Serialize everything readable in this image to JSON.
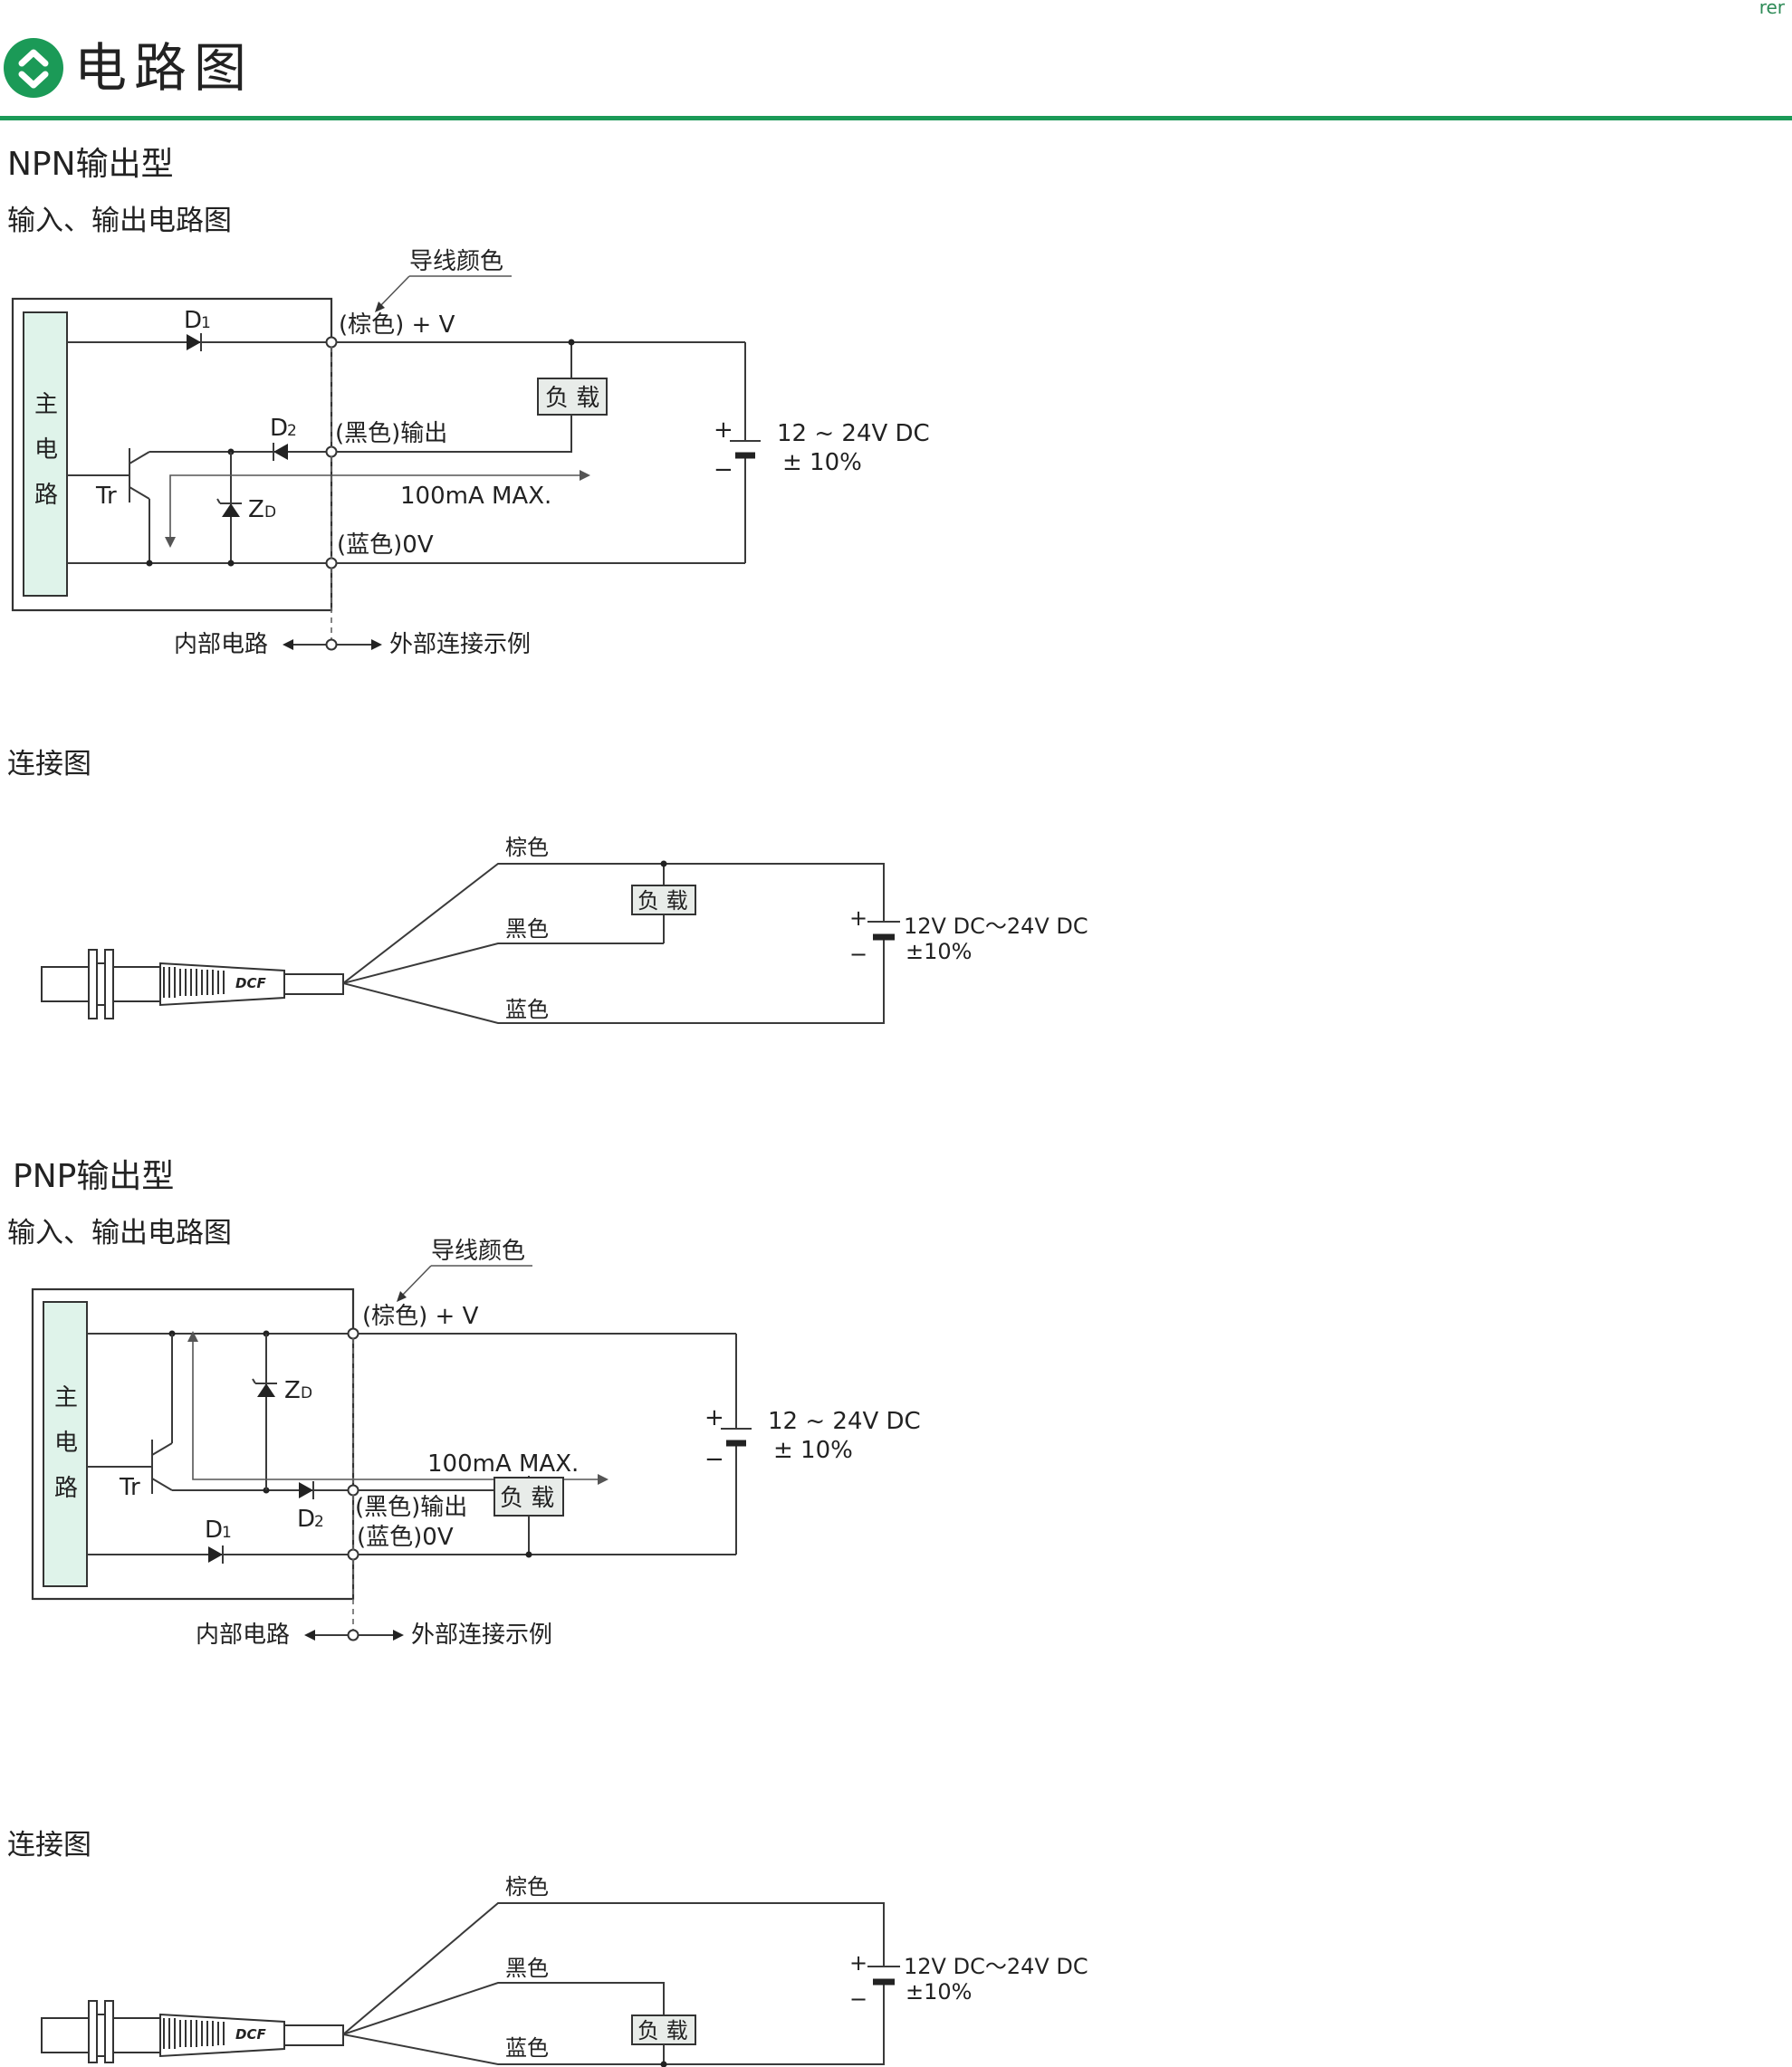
{
  "corner_text": "rer",
  "page_title": "电路图",
  "colors": {
    "accent": "#1b9a57",
    "main_circuit_fill": "#dff3ea"
  },
  "npn": {
    "heading": "NPN输出型",
    "io_title": "输入、输出电路图",
    "conn_title": "连接图",
    "circuit": {
      "wire_color_label": "导线颜色",
      "main_circuit_chars": [
        "主",
        "电",
        "路"
      ],
      "d1": "D",
      "d1_sub": "1",
      "d2": "D",
      "d2_sub": "2",
      "tr": "Tr",
      "zd": "Z",
      "zd_sub": "D",
      "brown_label": "(棕色) + V",
      "black_label": "(黑色)输出",
      "blue_label": "(蓝色)0V",
      "load": "负 载",
      "current": "100mA  MAX.",
      "supply": "12 ~ 24V DC",
      "tolerance": "± 10%",
      "plus": "+",
      "minus": "−",
      "internal": "内部电路",
      "external": "外部连接示例"
    },
    "connection": {
      "brown": "棕色",
      "black": "黑色",
      "blue": "蓝色",
      "load": "负 载",
      "supply": "12V DC～24V DC",
      "tolerance": "±10%",
      "plus": "+",
      "minus": "−",
      "brand": "DCF"
    }
  },
  "pnp": {
    "heading": "PNP输出型",
    "io_title": "输入、输出电路图",
    "conn_title": "连接图",
    "circuit": {
      "wire_color_label": "导线颜色",
      "main_circuit_chars": [
        "主",
        "电",
        "路"
      ],
      "d1": "D",
      "d1_sub": "1",
      "d2": "D",
      "d2_sub": "2",
      "tr": "Tr",
      "zd": "Z",
      "zd_sub": "D",
      "brown_label": "(棕色) + V",
      "black_label": "(黑色)输出",
      "blue_label": "(蓝色)0V",
      "load": "负 载",
      "current": "100mA  MAX.",
      "supply": "12 ~ 24V DC",
      "tolerance": "± 10%",
      "plus": "+",
      "minus": "−",
      "internal": "内部电路",
      "external": "外部连接示例"
    },
    "connection": {
      "brown": "棕色",
      "black": "黑色",
      "blue": "蓝色",
      "load": "负 载",
      "supply": "12V DC～24V DC",
      "tolerance": "±10%",
      "plus": "+",
      "minus": "−",
      "brand": "DCF"
    }
  }
}
